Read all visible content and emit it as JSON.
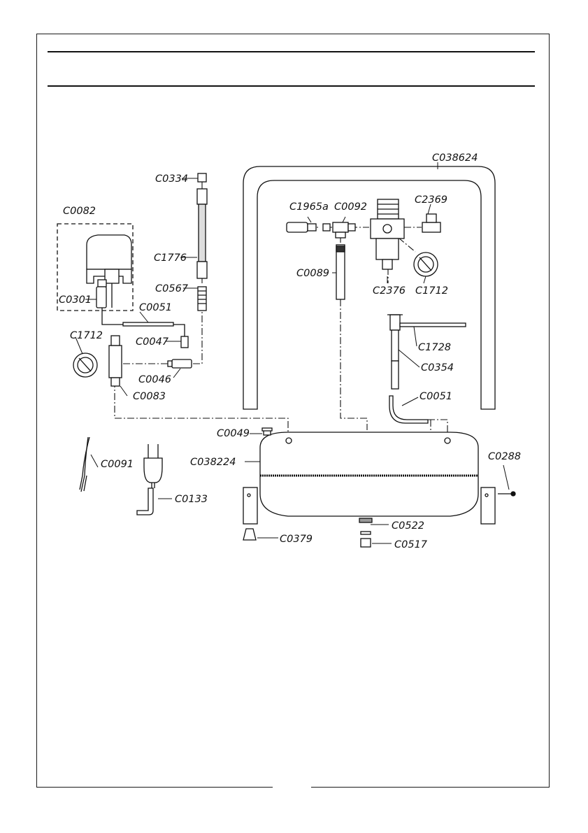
{
  "labels": {
    "c038624": "C038624",
    "c0334": "C0334",
    "c0082": "C0082",
    "c1776": "C1776",
    "c0567": "C0567",
    "c0301": "C0301",
    "c0051_top": "C0051",
    "c1712_left": "C1712",
    "c0047": "C0047",
    "c0046": "C0046",
    "c0083": "C0083",
    "c1965a": "C1965a",
    "c0092": "C0092",
    "c2369": "C2369",
    "c0089": "C0089",
    "c2376": "C2376",
    "c1712_right": "C1712",
    "c1728": "C1728",
    "c0354": "C0354",
    "c0051_right": "C0051",
    "c0049": "C0049",
    "c038224": "C038224",
    "c0091": "C0091",
    "c0133": "C0133",
    "c0288": "C0288",
    "c0522": "C0522",
    "c0517": "C0517",
    "c0379": "C0379"
  }
}
